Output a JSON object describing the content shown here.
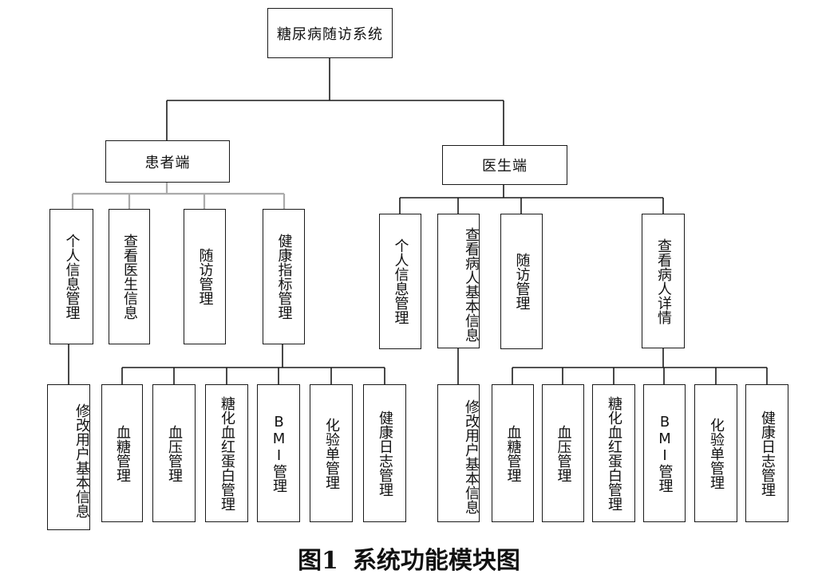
{
  "diagram": {
    "root": "糖尿病随访系统",
    "patient": {
      "label": "患者端",
      "modules": [
        "个人信息管理",
        "查看医生信息",
        "随访管理",
        "健康指标管理"
      ],
      "personal_sub": "修改用户基本信息",
      "health_subs": [
        "血糖管理",
        "血压管理",
        "糖化血红蛋白管理",
        "BMI管理",
        "化验单管理",
        "健康日志管理"
      ]
    },
    "doctor": {
      "label": "医生端",
      "modules": [
        "个人信息管理",
        "查看病人基本信息",
        "随访管理",
        "查看病人详情"
      ],
      "patient_info_sub": "修改用户基本信息",
      "detail_subs": [
        "血糖管理",
        "血压管理",
        "糖化血红蛋白管理",
        "BMI管理",
        "化验单管理",
        "健康日志管理"
      ]
    }
  },
  "caption": {
    "figure": "图1",
    "title": "系统功能模块图"
  }
}
